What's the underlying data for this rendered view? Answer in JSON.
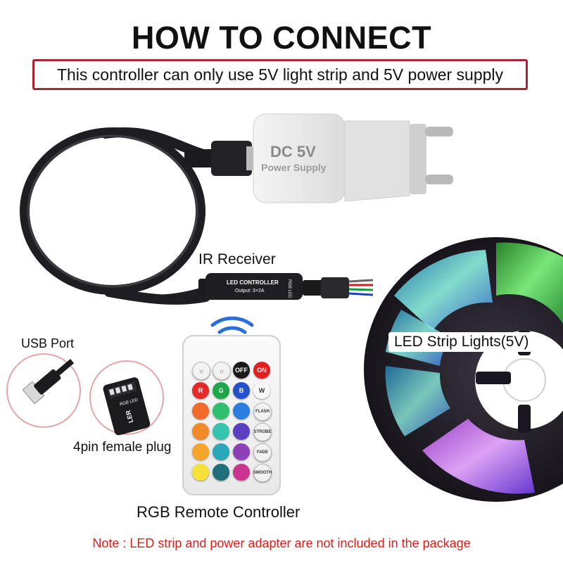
{
  "title": "HOW TO CONNECT",
  "warning": "This controller can only use 5V light strip and 5V power supply",
  "adapter": {
    "line1": "DC 5V",
    "line2": "Power Supply"
  },
  "labels": {
    "ir_receiver": "IR Receiver",
    "usb_port": "USB Port",
    "female_plug": "4pin female plug",
    "remote": "RGB Remote Controller",
    "strip": "LED Strip Lights(5V)"
  },
  "controller": {
    "line1": "LED CONTROLLER",
    "line2": "Output: 3×2A",
    "side": "RGB LED"
  },
  "plug_text": {
    "top": "RGB LED",
    "mid": "LER"
  },
  "remote_buttons": [
    {
      "label": "",
      "color": "#f2f2f2",
      "icon": "brightness-down-icon"
    },
    {
      "label": "",
      "color": "#f2f2f2",
      "icon": "brightness-up-icon"
    },
    {
      "label": "OFF",
      "color": "#1a1a1a"
    },
    {
      "label": "ON",
      "color": "#e02020"
    },
    {
      "label": "R",
      "color": "#e52a2a"
    },
    {
      "label": "G",
      "color": "#1fa84a"
    },
    {
      "label": "B",
      "color": "#2452c9"
    },
    {
      "label": "W",
      "color": "#f7f7f7"
    },
    {
      "label": "",
      "color": "#f06a2a"
    },
    {
      "label": "",
      "color": "#2fbf6f"
    },
    {
      "label": "",
      "color": "#2a7ee0"
    },
    {
      "label": "FLASH",
      "color": "#f1f1f1"
    },
    {
      "label": "",
      "color": "#f38a2a"
    },
    {
      "label": "",
      "color": "#34c4b0"
    },
    {
      "label": "",
      "color": "#5a3fc0"
    },
    {
      "label": "STROBE",
      "color": "#f1f1f1"
    },
    {
      "label": "",
      "color": "#f5a62a"
    },
    {
      "label": "",
      "color": "#2aa7b8"
    },
    {
      "label": "",
      "color": "#8e3fb8"
    },
    {
      "label": "FADE",
      "color": "#f1f1f1"
    },
    {
      "label": "",
      "color": "#f4e23a"
    },
    {
      "label": "",
      "color": "#1f6f7a"
    },
    {
      "label": "",
      "color": "#c8348e"
    },
    {
      "label": "SMOOTH",
      "color": "#f1f1f1"
    }
  ],
  "note": "Note : LED strip and power adapter are not included in the package",
  "colors": {
    "accent": "#a8262d",
    "note": "#e01b1b"
  }
}
